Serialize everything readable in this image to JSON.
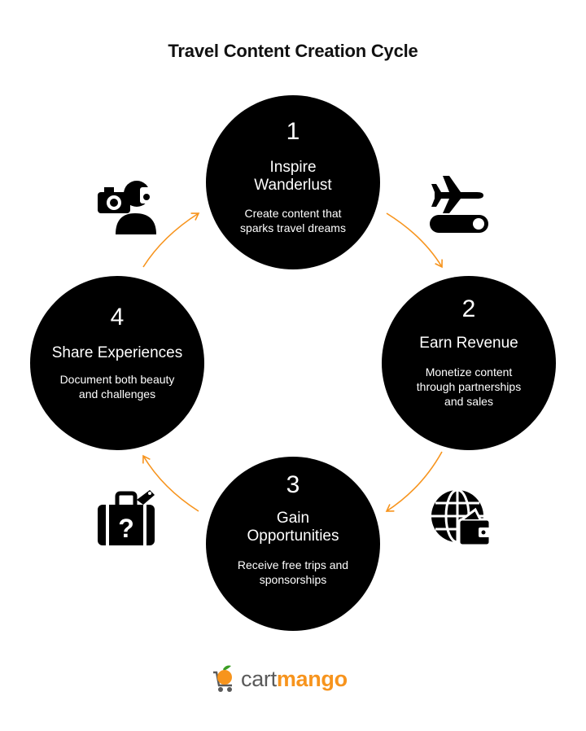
{
  "title": "Travel Content Creation Cycle",
  "accent_color": "#f7941d",
  "steps": [
    {
      "number": "1",
      "title_lines": [
        "Inspire",
        "Wanderlust"
      ],
      "desc_lines": [
        "Create content that",
        "sparks travel dreams"
      ],
      "icon": "airplane-toggle-icon"
    },
    {
      "number": "2",
      "title_lines": [
        "Earn Revenue"
      ],
      "desc_lines": [
        "Monetize content",
        "through partnerships",
        "and sales"
      ],
      "icon": "globe-wallet-icon"
    },
    {
      "number": "3",
      "title_lines": [
        "Gain",
        "Opportunities"
      ],
      "desc_lines": [
        "Receive free trips and",
        "sponsorships"
      ],
      "icon": "suitcase-question-icon"
    },
    {
      "number": "4",
      "title_lines": [
        "Share Experiences"
      ],
      "desc_lines": [
        "Document both beauty",
        "and challenges"
      ],
      "icon": "photographer-icon"
    }
  ],
  "logo": {
    "word_part1": "cart",
    "word_part2": "mango"
  }
}
